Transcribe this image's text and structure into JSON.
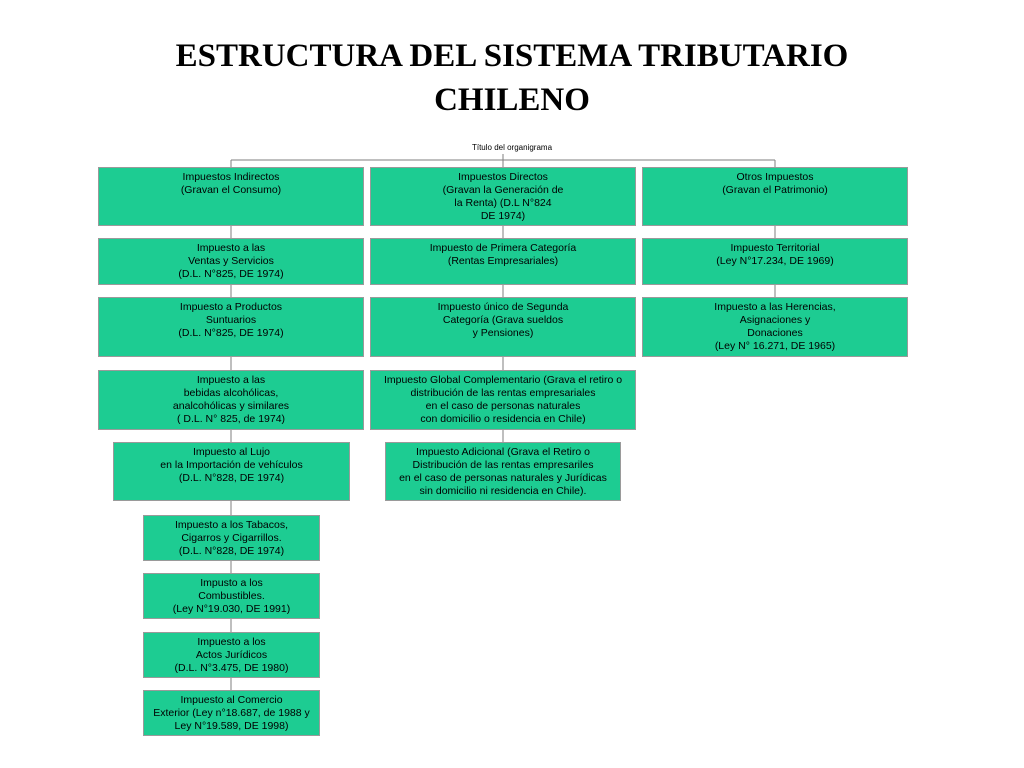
{
  "title_lines": [
    "ESTRUCTURA DEL SISTEMA TRIBUTARIO",
    "CHILENO"
  ],
  "chart_title": "Título del organigrama",
  "columns": [
    {
      "header": [
        "Impuestos Indirectos",
        "(Gravan el Consumo)"
      ],
      "items": [
        [
          "Impuesto a las",
          "Ventas y Servicios",
          "(D.L. N°825, DE 1974)"
        ],
        [
          "Impuesto a Productos",
          "Suntuarios",
          "(D.L. N°825, DE 1974)"
        ],
        [
          "Impuesto a las",
          "bebidas alcohólicas,",
          "analcohólicas y similares",
          "( D.L. N° 825, de 1974)"
        ],
        [
          "Impuesto al Lujo",
          "en la Importación de vehículos",
          "(D.L. N°828, DE 1974)"
        ],
        [
          "Impuesto a los Tabacos,",
          "Cigarros y Cigarrillos.",
          "(D.L. N°828, DE 1974)"
        ],
        [
          "Impusto a los",
          "Combustibles.",
          "(Ley N°19.030, DE 1991)"
        ],
        [
          "Impuesto a los",
          "Actos Jurídicos",
          "(D.L. N°3.475, DE 1980)"
        ],
        [
          "Impuesto al Comercio",
          "Exterior (Ley n°18.687, de 1988 y",
          "Ley N°19.589, DE 1998)"
        ]
      ]
    },
    {
      "header": [
        "Impuestos Directos",
        "(Gravan la Generación de",
        "la Renta) (D.L N°824",
        "DE 1974)"
      ],
      "items": [
        [
          "Impuesto de Primera Categoría",
          "(Rentas Empresariales)"
        ],
        [
          "Impuesto único de Segunda",
          "Categoría (Grava sueldos",
          "y Pensiones)"
        ],
        [
          "Impuesto Global Complementario (Grava el retiro o",
          "distribución de las rentas empresariales",
          "en el caso de personas naturales",
          "con domicilio o residencia en Chile)"
        ],
        [
          "Impuesto Adicional (Grava el Retiro o",
          "Distribución de las rentas empresariles",
          "en el caso de personas naturales y Jurídicas",
          "sin domicilio ni residencia en Chile)."
        ]
      ]
    },
    {
      "header": [
        "Otros Impuestos",
        "(Gravan el Patrimonio)"
      ],
      "items": [
        [
          "Impuesto Territorial",
          "(Ley N°17.234, DE 1969)"
        ],
        [
          "Impuesto a las Herencias,",
          "Asignaciones y",
          "Donaciones",
          "(Ley N° 16.271, DE 1965)"
        ]
      ]
    }
  ]
}
